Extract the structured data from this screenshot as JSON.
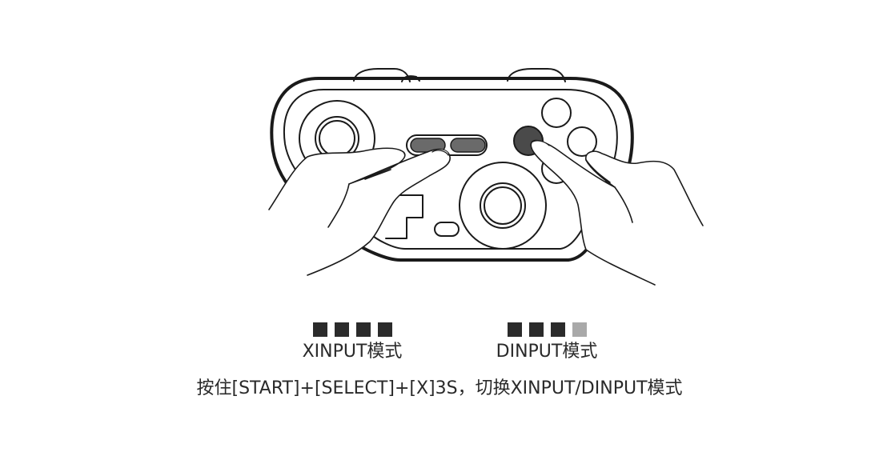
{
  "modes": [
    {
      "label": "XINPUT模式",
      "leds": [
        "on",
        "on",
        "on",
        "on"
      ]
    },
    {
      "label": "DINPUT模式",
      "leds": [
        "on",
        "on",
        "on",
        "off"
      ]
    }
  ],
  "instruction": "按住[START]+[SELECT]+[X]3S，切换XINPUT/DINPUT模式",
  "colors": {
    "led_on": "#2b2b2b",
    "led_off": "#a9a9a9",
    "outline": "#1a1a1a",
    "pressed_button": "#4a4a4a",
    "pressed_pill": "#6a6a6a"
  }
}
